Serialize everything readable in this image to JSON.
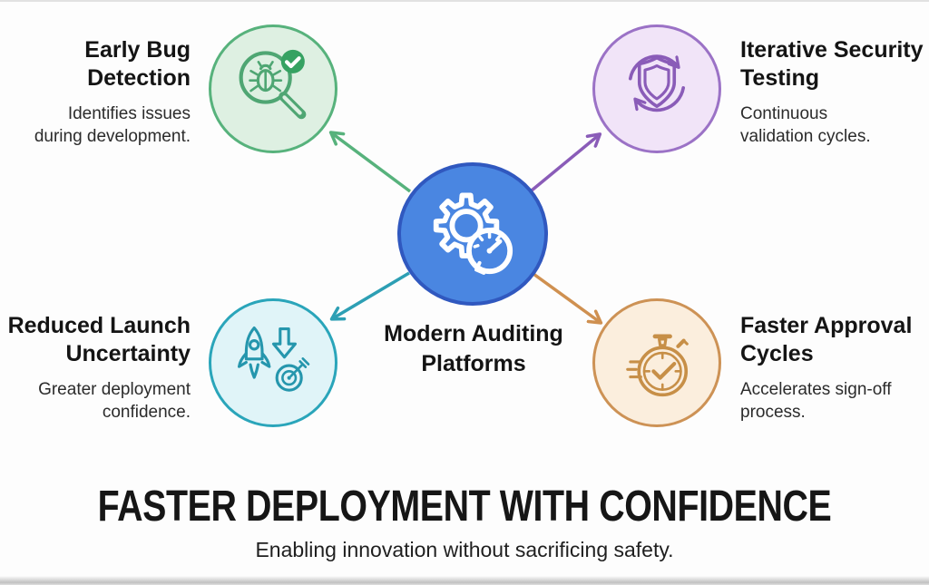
{
  "center": {
    "label": "Modern Auditing Platforms",
    "icon": "gear-gauge-icon",
    "fill_color": "#4a86e1",
    "border_color": "#3058bf"
  },
  "nodes": [
    {
      "position": "top-left",
      "title": "Early Bug Detection",
      "description": "Identifies issues during development.",
      "icon": "bug-magnifier-check-icon",
      "accent_color": "#57b27c",
      "fill_color": "#def0e2"
    },
    {
      "position": "top-right",
      "title": "Iterative Security Testing",
      "description": "Continuous validation cycles.",
      "icon": "shield-refresh-icon",
      "accent_color": "#9b72c6",
      "fill_color": "#f1e4f8"
    },
    {
      "position": "bottom-left",
      "title": "Reduced Launch Uncertainty",
      "description": "Greater deployment confidence.",
      "icon": "rocket-arrow-target-icon",
      "accent_color": "#2aa5ba",
      "fill_color": "#e0f4f8"
    },
    {
      "position": "bottom-right",
      "title": "Faster Approval Cycles",
      "description": "Accelerates sign-off process.",
      "icon": "stopwatch-check-icon",
      "accent_color": "#cd9255",
      "fill_color": "#fbeedd"
    }
  ],
  "footer": {
    "headline": "FASTER DEPLOYMENT WITH CONFIDENCE",
    "subtitle": "Enabling innovation without sacrificing safety."
  }
}
